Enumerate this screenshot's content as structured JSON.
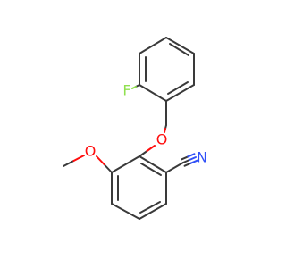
{
  "molecule": {
    "atoms": {
      "fluorine": "F",
      "ether_oxygen": "O",
      "methoxy_oxygen": "O",
      "nitrile_nitrogen": "N"
    },
    "colors": {
      "bond": "#3a3a3a",
      "fluorine": "#90e050",
      "oxygen": "#ff0d0d",
      "nitrogen": "#3050f8",
      "background": "#ffffff"
    }
  }
}
